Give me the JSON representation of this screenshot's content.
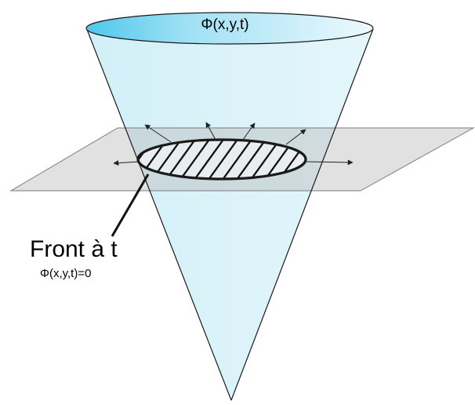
{
  "labels": {
    "top_function": "Φ(x,y,t)",
    "front": "Front à t",
    "front_equation": "Φ(x,y,t)=0"
  },
  "colors": {
    "cone_fill": "#d8f2f8",
    "cone_top_light": "#e8f7fc",
    "cone_top_dark": "#4ec8ec",
    "plane_fill": "#b8b8b8",
    "outline": "#1a1a1a",
    "hatch": "#111111"
  }
}
